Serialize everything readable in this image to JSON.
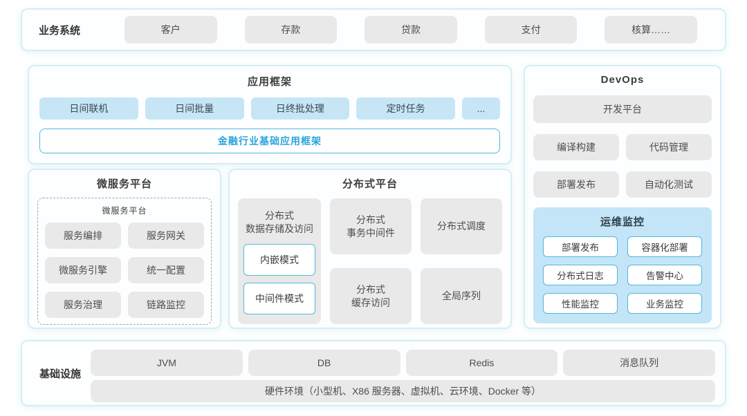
{
  "colors": {
    "border": "#d4eef5",
    "panel-bg": "#fdfeff",
    "gray-chip": "#e9e9e9",
    "blue-chip": "#c6e6f6",
    "monitor-bg": "#c3e5f7",
    "accent-border": "#4fb8da",
    "accent-text": "#2aa4dd",
    "title-text": "#3c3c3c",
    "chip-text": "#4d4d4d"
  },
  "business_systems": {
    "label": "业务系统",
    "items": [
      "客户",
      "存款",
      "贷款",
      "支付",
      "核算……"
    ]
  },
  "app_framework": {
    "title": "应用框架",
    "chips": [
      "日间联机",
      "日间批量",
      "日终批处理",
      "定时任务",
      "..."
    ],
    "banner": "金融行业基础应用框架"
  },
  "devops": {
    "title": "DevOps",
    "platform": "开发平台",
    "chips": [
      "编译构建",
      "代码管理",
      "部署发布",
      "自动化测试"
    ],
    "monitoring": {
      "title": "运维监控",
      "items": [
        "部署发布",
        "容器化部署",
        "分布式日志",
        "告警中心",
        "性能监控",
        "业务监控"
      ]
    }
  },
  "microservices": {
    "title": "微服务平台",
    "inner_title": "微服务平台",
    "items": [
      "服务编排",
      "服务网关",
      "微服务引擎",
      "统一配置",
      "服务治理",
      "链路监控"
    ]
  },
  "distributed": {
    "title": "分布式平台",
    "storage": {
      "label": "分布式\n数据存储及访问",
      "modes": [
        "内嵌模式",
        "中间件模式"
      ]
    },
    "cells": [
      "分布式\n事务中间件",
      "分布式调度",
      "分布式\n缓存访问",
      "全局序列"
    ]
  },
  "infrastructure": {
    "label": "基础设施",
    "items": [
      "JVM",
      "DB",
      "Redis",
      "消息队列"
    ],
    "hardware": "硬件环境（小型机、X86 服务器、虚拟机、云环境、Docker 等）"
  }
}
